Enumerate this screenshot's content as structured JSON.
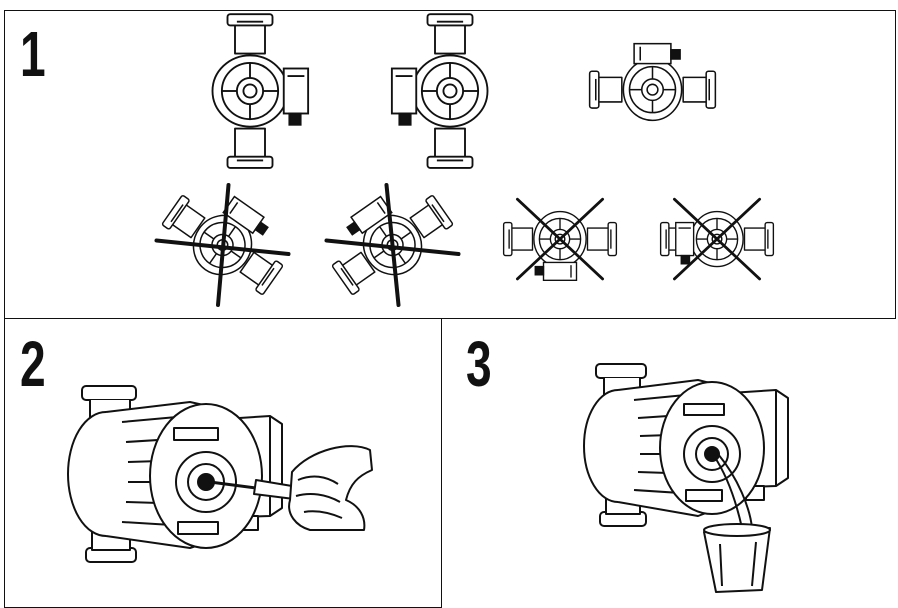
{
  "steps": [
    {
      "number": "1"
    },
    {
      "number": "2"
    },
    {
      "number": "3"
    }
  ],
  "colors": {
    "ink": "#111111",
    "background": "#ffffff"
  },
  "icons": {
    "correct_orientations": [
      "pump-vertical-box-right-icon",
      "pump-vertical-box-left-icon",
      "pump-horizontal-box-top-icon"
    ],
    "incorrect_orientations": [
      "pump-tilted-crossed-icon",
      "pump-tilted-crossed-icon",
      "pump-box-down-crossed-icon",
      "pump-box-down-crossed-icon"
    ],
    "step_2": "pump-with-screwdriver-icon",
    "step_3": "pump-draining-water-into-cup-icon"
  }
}
